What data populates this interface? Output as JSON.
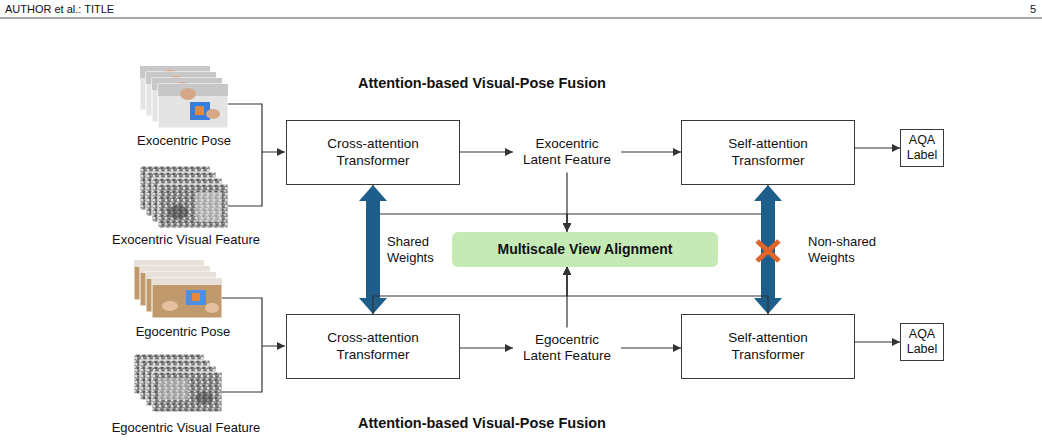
{
  "diagram": {
    "nodes": [
      {
        "text": [
          "Attention-based Visual-Pose Fusion"
        ]
      },
      {
        "text": [
          "Cross-attention Transformer"
        ],
        "in": 0
      },
      {
        "text": [
          "Exocentric Latent Feature"
        ],
        "in": 0
      },
      {
        "text": [
          "Self-attention Transformer"
        ],
        "in": 0
      },
      {
        "text": [
          "AQA Label"
        ]
      },
      {
        "text": [
          "Multiscale View Alignment"
        ]
      },
      {
        "text": [
          "Attention-based Visual-Pose Fusion"
        ]
      },
      {
        "text": [
          "Cross-attention Transformer"
        ],
        "in": 6
      },
      {
        "text": [
          "Egocentric Latent Feature"
        ],
        "in": 6
      },
      {
        "text": [
          "Self-attention Transformer"
        ],
        "in": 6
      },
      {
        "text": [
          "AQA Label"
        ]
      }
    ],
    "edges": [
      {
        "from": 1,
        "to": 2,
        "arrow": "to"
      },
      {
        "from": 2,
        "to": 3,
        "arrow": "to"
      },
      {
        "from": 3,
        "to": 4,
        "arrow": "to"
      },
      {
        "from": 2,
        "to": 5,
        "arrow": "to"
      },
      {
        "from": 1,
        "to": 5,
        "arrow": "to"
      },
      {
        "from": 3,
        "to": 5,
        "arrow": "to"
      },
      {
        "from": 1,
        "to": 7,
        "arrow": "both",
        "label": "Shared Weights"
      },
      {
        "from": 3,
        "to": 9,
        "arrow": "both",
        "label": "Non-shared Weights"
      },
      {
        "from": 7,
        "to": 8,
        "arrow": "to"
      },
      {
        "from": 8,
        "to": 9,
        "arrow": "to"
      },
      {
        "from": 9,
        "to": 10,
        "arrow": "to"
      },
      {
        "from": 8,
        "to": 5,
        "arrow": "to"
      },
      {
        "from": 7,
        "to": 5,
        "arrow": "to"
      },
      {
        "from": 9,
        "to": 5,
        "arrow": "to"
      }
    ],
    "labels": [
      "AUTHOR et al.: TITLE",
      "5",
      "Exocentric Pose",
      "Exocentric Visual Feature",
      "Egocentric Pose",
      "Egocentric Visual Feature"
    ]
  }
}
